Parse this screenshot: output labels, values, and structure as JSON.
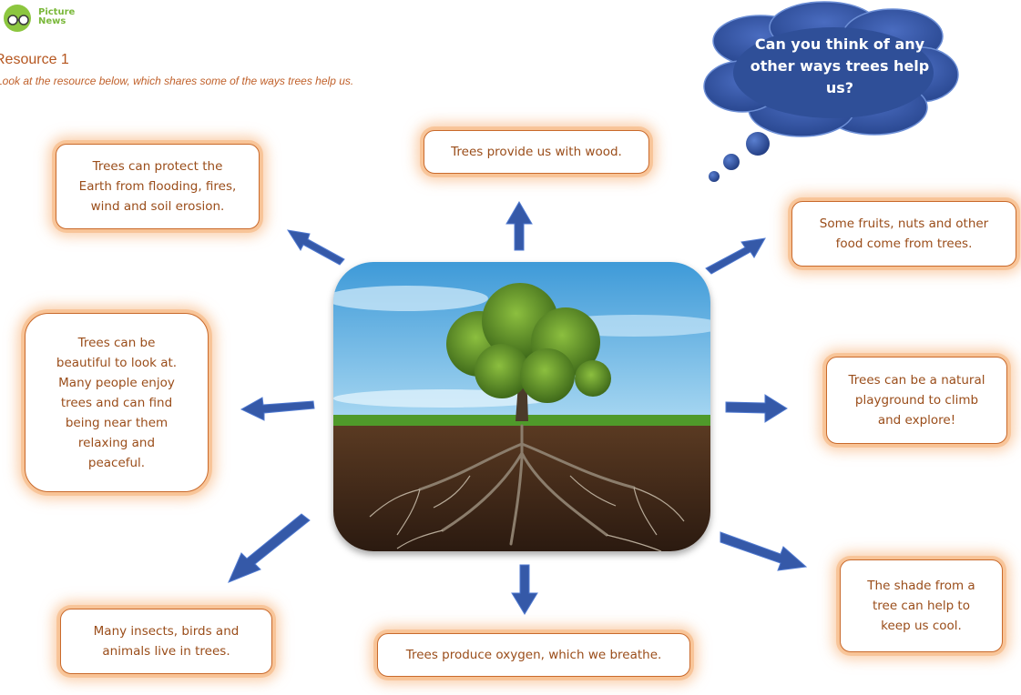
{
  "header": {
    "logo_text_line1": "Picture",
    "logo_text_line2": "News",
    "title": "Resource 1",
    "subtitle": "Look at the resource below, which shares some of the ways trees help us."
  },
  "thought_bubble": {
    "text": "Can you think of any\nother ways trees help\nus?"
  },
  "cards": {
    "protect": "Trees can protect the\nEarth from flooding, fires,\nwind and soil erosion.",
    "wood": "Trees provide us with wood.",
    "food": "Some fruits, nuts and other\nfood come from trees.",
    "beautiful": "Trees can be\nbeautiful to look at.\nMany people enjoy\ntrees and can find\nbeing near them\nrelaxing and\npeaceful.",
    "playground": "Trees can be a natural\nplayground to climb\nand explore!",
    "habitat": "Many insects, birds and\nanimals live in trees.",
    "oxygen": "Trees produce oxygen, which we breathe.",
    "shade": "The shade from a\ntree can help to\nkeep us cool."
  },
  "colors": {
    "accent_orange": "#c96a2c",
    "text_orange": "#9a4d1a",
    "arrow_blue": "#3559a8",
    "cloud_blue": "#2f4f98",
    "logo_green": "#7ab83a"
  }
}
